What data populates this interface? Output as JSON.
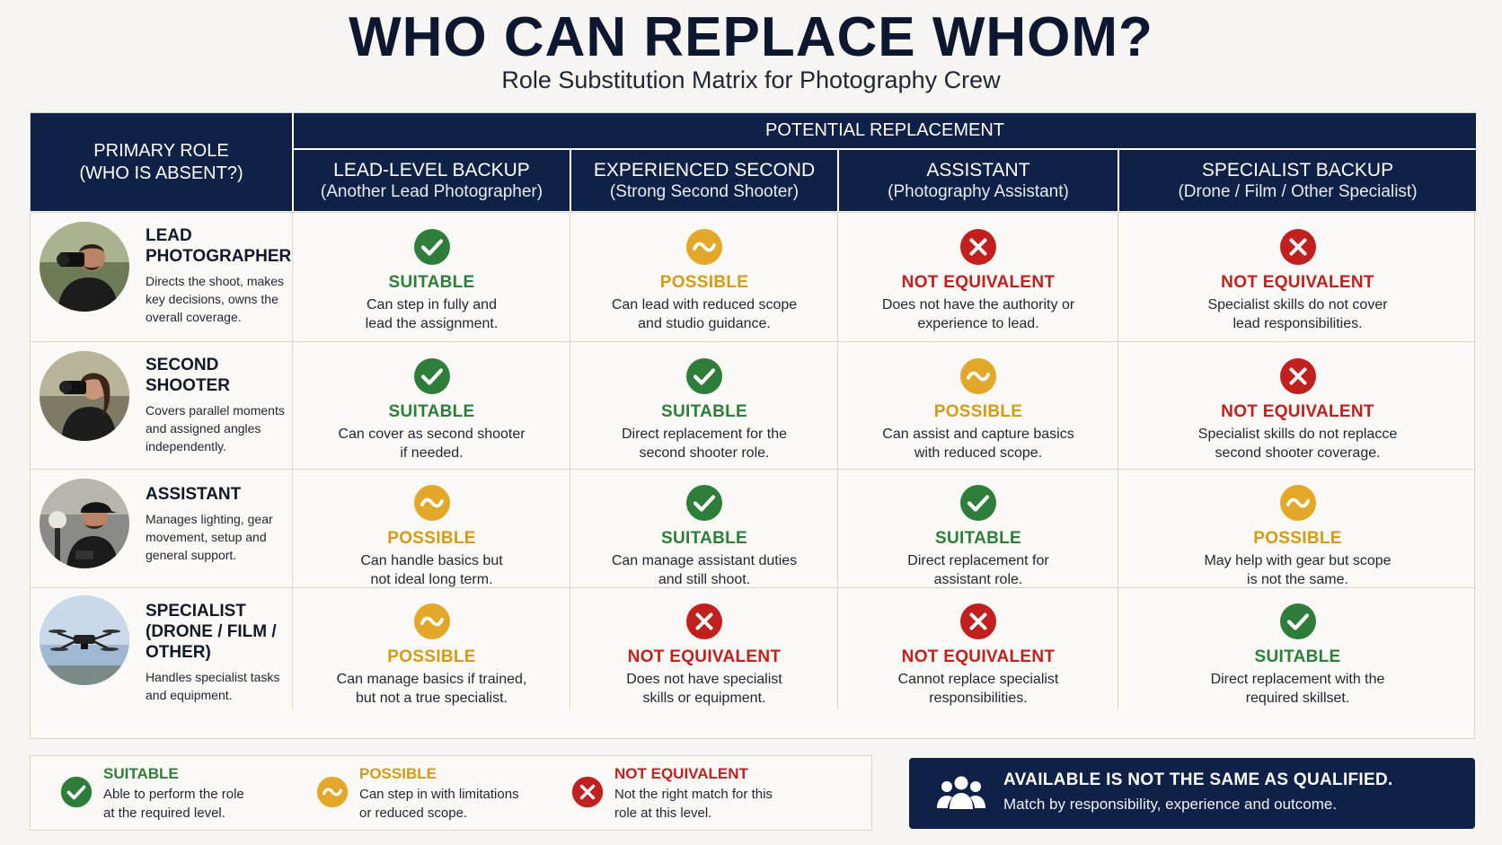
{
  "header": {
    "title": "WHO CAN REPLACE WHOM?",
    "subtitle": "Role Substitution Matrix for Photography Crew"
  },
  "matrix": {
    "primary_header_line1": "PRIMARY ROLE",
    "primary_header_line2": "(WHO IS ABSENT?)",
    "potential_header": "POTENTIAL REPLACEMENT",
    "columns": [
      {
        "name": "LEAD-LEVEL BACKUP",
        "sub": "(Another Lead Photographer)"
      },
      {
        "name": "EXPERIENCED SECOND",
        "sub": "(Strong Second Shooter)"
      },
      {
        "name": "ASSISTANT",
        "sub": "(Photography Assistant)"
      },
      {
        "name": "SPECIALIST BACKUP",
        "sub": "(Drone / Film / Other Specialist)"
      }
    ],
    "rows": [
      {
        "role_line1": "LEAD",
        "role_line2": "PHOTOGRAPHER",
        "role_line3": "",
        "desc_line1": "Directs the shoot, makes",
        "desc_line2": "key decisions, owns the",
        "desc_line3": "overall coverage.",
        "cells": [
          {
            "status": "SUITABLE",
            "icon": "check-icon",
            "note1": "Can step in fully and",
            "note2": "lead the assignment."
          },
          {
            "status": "POSSIBLE",
            "icon": "tilde-icon",
            "note1": "Can lead with reduced scope",
            "note2": "and studio guidance."
          },
          {
            "status": "NOT EQUIVALENT",
            "icon": "x-icon",
            "note1": "Does not have the authority or",
            "note2": "experience to lead."
          },
          {
            "status": "NOT EQUIVALENT",
            "icon": "x-icon",
            "note1": "Specialist skills do not cover",
            "note2": "lead responsibilities."
          }
        ]
      },
      {
        "role_line1": "SECOND",
        "role_line2": "SHOOTER",
        "role_line3": "",
        "desc_line1": "Covers parallel moments",
        "desc_line2": "and assigned angles",
        "desc_line3": "independently.",
        "cells": [
          {
            "status": "SUITABLE",
            "icon": "check-icon",
            "note1": "Can cover as second shooter",
            "note2": "if needed."
          },
          {
            "status": "SUITABLE",
            "icon": "check-icon",
            "note1": "Direct replacement for the",
            "note2": "second shooter role."
          },
          {
            "status": "POSSIBLE",
            "icon": "tilde-icon",
            "note1": "Can assist and capture basics",
            "note2": "with reduced scope."
          },
          {
            "status": "NOT EQUIVALENT",
            "icon": "x-icon",
            "note1": "Specialist skills do not replacce",
            "note2": "second shooter coverage."
          }
        ]
      },
      {
        "role_line1": "ASSISTANT",
        "role_line2": "",
        "role_line3": "",
        "desc_line1": "Manages lighting, gear",
        "desc_line2": "movement, setup and",
        "desc_line3": "general support.",
        "cells": [
          {
            "status": "POSSIBLE",
            "icon": "tilde-icon",
            "note1": "Can handle basics but",
            "note2": "not ideal long term."
          },
          {
            "status": "SUITABLE",
            "icon": "check-icon",
            "note1": "Can manage assistant duties",
            "note2": "and still shoot."
          },
          {
            "status": "SUITABLE",
            "icon": "check-icon",
            "note1": "Direct replacement for",
            "note2": "assistant role."
          },
          {
            "status": "POSSIBLE",
            "icon": "tilde-icon",
            "note1": "May help with gear but scope",
            "note2": "is not the same."
          }
        ]
      },
      {
        "role_line1": "SPECIALIST",
        "role_line2": "(DRONE / FILM /",
        "role_line3": "OTHER)",
        "desc_line1": "Handles specialist tasks",
        "desc_line2": "and equipment.",
        "desc_line3": "",
        "cells": [
          {
            "status": "POSSIBLE",
            "icon": "tilde-icon",
            "note1": "Can manage basics if trained,",
            "note2": "but not a true specialist."
          },
          {
            "status": "NOT EQUIVALENT",
            "icon": "x-icon",
            "note1": "Does not have specialist",
            "note2": "skills or equipment."
          },
          {
            "status": "NOT EQUIVALENT",
            "icon": "x-icon",
            "note1": "Cannot replace specialist",
            "note2": "responsibilities."
          },
          {
            "status": "SUITABLE",
            "icon": "check-icon",
            "note1": "Direct replacement with the",
            "note2": "required skillset."
          }
        ]
      }
    ]
  },
  "legend": [
    {
      "title": "SUITABLE",
      "icon": "check-icon",
      "line1": "Able to perform the role",
      "line2": "at the required level."
    },
    {
      "title": "POSSIBLE",
      "icon": "tilde-icon",
      "line1": "Can step in with limitations",
      "line2": "or reduced scope."
    },
    {
      "title": "NOT EQUIVALENT",
      "icon": "x-icon",
      "line1": "Not the right match for this",
      "line2": "role at this level."
    }
  ],
  "callout": {
    "headline": "AVAILABLE IS NOT THE SAME AS QUALIFIED.",
    "text": "Match by responsibility, experience and outcome."
  },
  "colors": {
    "navy": "#0f2146",
    "suitable": "#2f7d3b",
    "possible": "#e3a72a",
    "not_equivalent": "#c1201f"
  }
}
